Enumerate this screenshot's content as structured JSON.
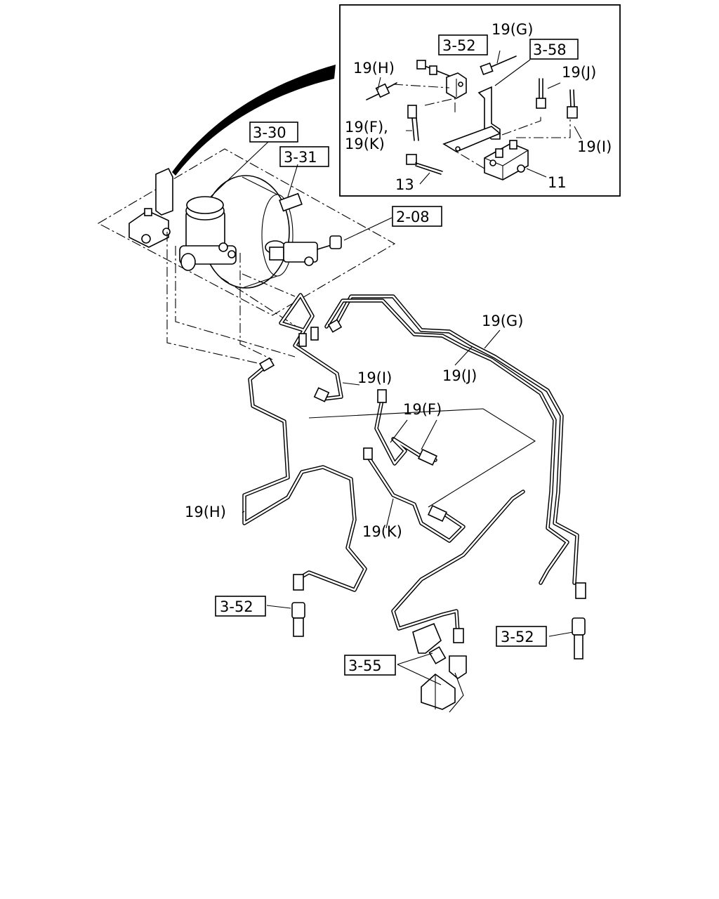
{
  "refs": {
    "r_3_30": "3-30",
    "r_3_31": "3-31",
    "r_2_08": "2-08",
    "r_3_52_top": "3-52",
    "r_3_58": "3-58",
    "r_3_52_left": "3-52",
    "r_3_52_right": "3-52",
    "r_3_55": "3-55"
  },
  "labels": {
    "inset_19g": "19(G)",
    "inset_19h": "19(H)",
    "inset_19j": "19(J)",
    "inset_19f": "19(F),",
    "inset_19k": "19(K)",
    "inset_19i": "19(I)",
    "inset_13": "13",
    "inset_11": "11",
    "main_19g": "19(G)",
    "main_19j": "19(J)",
    "main_19i": "19(I)",
    "main_19f": "19(F)",
    "main_19h": "19(H)",
    "main_19k": "19(K)"
  }
}
